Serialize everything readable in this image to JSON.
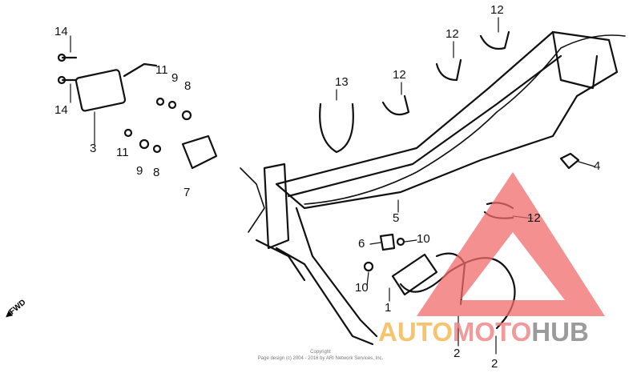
{
  "callouts": [
    {
      "id": "14a",
      "text": "14"
    },
    {
      "id": "14b",
      "text": "14"
    },
    {
      "id": "3",
      "text": "3"
    },
    {
      "id": "11a",
      "text": "11"
    },
    {
      "id": "9a",
      "text": "9"
    },
    {
      "id": "8a",
      "text": "8"
    },
    {
      "id": "11b",
      "text": "11"
    },
    {
      "id": "9b",
      "text": "9"
    },
    {
      "id": "8b",
      "text": "8"
    },
    {
      "id": "7",
      "text": "7"
    },
    {
      "id": "13",
      "text": "13"
    },
    {
      "id": "12a",
      "text": "12"
    },
    {
      "id": "12b",
      "text": "12"
    },
    {
      "id": "12c",
      "text": "12"
    },
    {
      "id": "4",
      "text": "4"
    },
    {
      "id": "5",
      "text": "5"
    },
    {
      "id": "6",
      "text": "6"
    },
    {
      "id": "10a",
      "text": "10"
    },
    {
      "id": "12d",
      "text": "12"
    },
    {
      "id": "10b",
      "text": "10"
    },
    {
      "id": "1",
      "text": "1"
    },
    {
      "id": "2a",
      "text": "2"
    },
    {
      "id": "2b",
      "text": "2"
    }
  ],
  "fwd_label": "FWD",
  "copyright": {
    "line1": "Copyright",
    "line2": "Page design (c) 2004 - 2016 by ARI Network Services, Inc."
  },
  "watermark": {
    "part1": "AUTO",
    "part2": "MOTO",
    "part3": "HUB",
    "colors": {
      "auto": "#f5b54a",
      "moto": "#f08080",
      "hub": "#8a8a8a",
      "triangle": "#f26b6b"
    }
  }
}
